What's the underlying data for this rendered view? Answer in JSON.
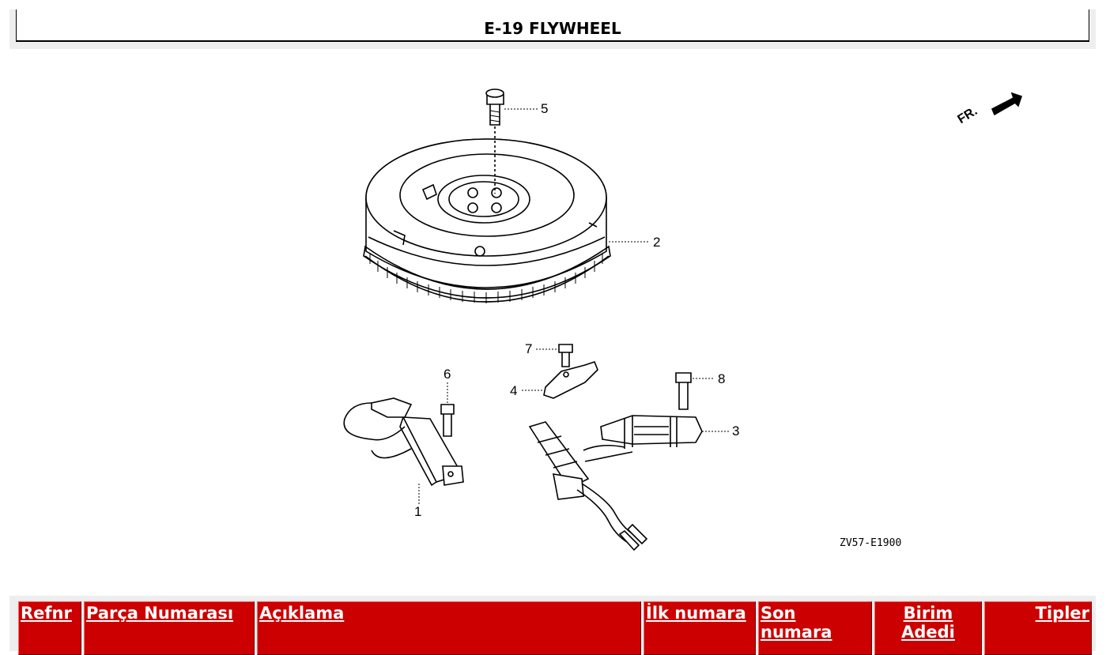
{
  "page": {
    "title": "E-19 FLYWHEEL"
  },
  "diagram": {
    "code": "ZV57-E1900",
    "direction_label": "FR.",
    "callouts": [
      "1",
      "2",
      "3",
      "4",
      "5",
      "6",
      "7",
      "8"
    ]
  },
  "table": {
    "headers": [
      "Refnr",
      "Parça Numarası",
      "Açıklama",
      "İlk numara",
      "Son numara",
      "Birim Adedi",
      "Tipler"
    ]
  }
}
